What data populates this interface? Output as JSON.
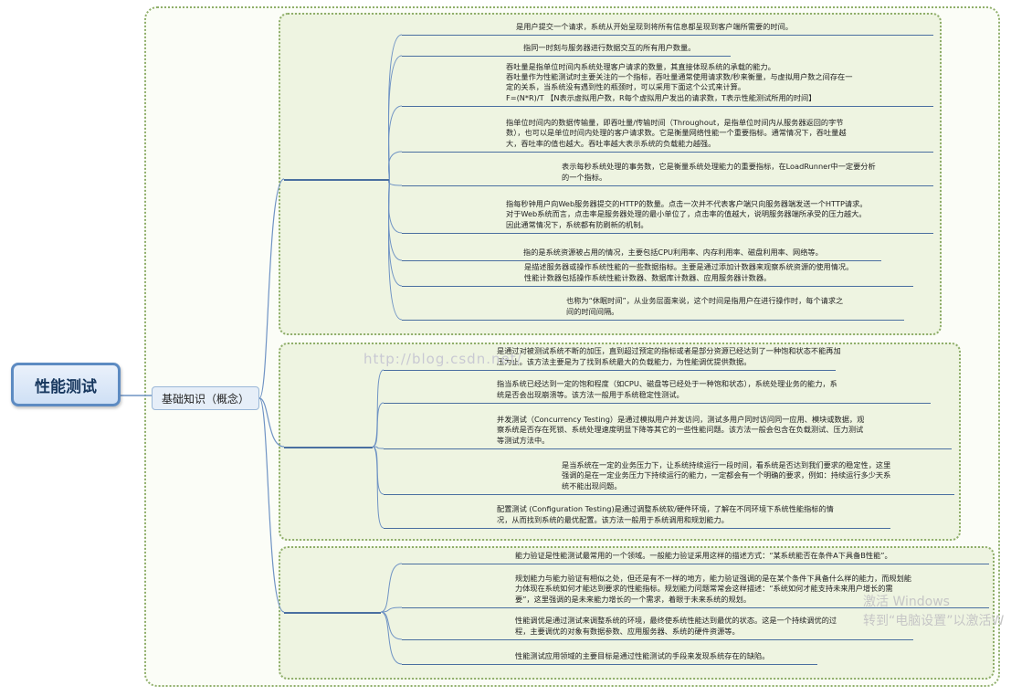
{
  "root": "性能测试",
  "basic": "基础知识（概念）",
  "groups": [
    {
      "title": "1．性能测试相关概念",
      "items": [
        {
          "title": "1.1  响应时间",
          "num": "1.1.1",
          "lines": [
            "是用户提交一个请求，系统从开始呈现到将所有信息都呈现到客户端所需要的时间。"
          ]
        },
        {
          "title": "1.2  并发用户数",
          "num": "1.2.1",
          "lines": [
            "指同一时刻与服务器进行数据交互的所有用户数量。"
          ]
        },
        {
          "title": "1.3  吞吐量",
          "num": "1.3.1",
          "lines": [
            "吞吐量是指单位时间内系统处理客户请求的数量，其直接体现系统的承载的能力。",
            "吞吐量作为性能测试时主要关注的一个指标，吞吐量通常使用请求数/秒来衡量，与虚拟用户数之间存在一",
            "定的关系，当系统没有遇到性的瓶颈时，可以采用下面这个公式来计算。",
            "F=(N*R)/T 【N表示虚拟用户数，R每个虚拟用户发出的请求数，T表示性能测试所用的时间】"
          ]
        },
        {
          "title": "1.4  吞吐率",
          "num": "1.4.1",
          "lines": [
            "指单位时间内的数据传输量，即吞吐量/传输时间（Throughout，是指单位时间内从服务器返回的字节",
            "数），也可以是单位时间内处理的客户请求数。它是衡量网络性能一个重要指标。通常情况下，吞吐量越",
            "大，吞吐率的值也越大。吞吐率越大表示系统的负载能力越强。"
          ]
        },
        {
          "title": "1.5  TPS(TPM/TPH/TPD)",
          "num": "1.5.1",
          "lines": [
            "表示每秒系统处理的事务数，它是衡量系统处理能力的重要指标，在LoadRunner中一定要分析",
            "的一个指标。"
          ]
        },
        {
          "title": "1.6  点击率",
          "num": "1.6.1",
          "lines": [
            "指每秒钟用户向Web服务器提交的HTTP的数量。点击一次并不代表客户端只向服务器端发送一个HTTP请求。",
            "对于Web系统而言，点击率是服务器处理的最小单位了，点击率的值越大，说明服务器端所承受的压力越大。",
            "因此通常情况下，系统都有防刷新的机制。"
          ]
        },
        {
          "title": "1.7  资源利用率",
          "num": "1.7.1",
          "lines": [
            "指的是系统资源被占用的情况，主要包括CPU利用率、内存利用率、磁盘利用率、网络等。"
          ]
        },
        {
          "title": "1.8  性能计数器",
          "num": "1.8.1",
          "lines": [
            "是描述服务器或操作系统性能的一些数据指标。主要是通过添加计数器来观察系统资源的使用情况。",
            "性能计数器包括操作系统性能计数器、数据库计数器、应用服务器计数器。"
          ]
        },
        {
          "title": "1.9  思考时间(Think Time)",
          "num": "1.9.1",
          "lines": [
            "也称为“休眠时间”，从业务层面来说，这个时间是指用户在进行操作时，每个请求之",
            "间的时间间隔。"
          ]
        }
      ]
    },
    {
      "title": "2．性能测试划分",
      "items": [
        {
          "title": "2.1  负载测试",
          "num": "2.1.1",
          "lines": [
            "是通过对被测试系统不断的加压，直到超过预定的指标或者是部分资源已经达到了一种饱和状态不能再加",
            "压为止。该方法主要是为了找到系统最大的负载能力，为性能调优提供数据。"
          ]
        },
        {
          "title": "2.2  压力测试",
          "num": "2.2.1",
          "lines": [
            "指当系统已经达到一定的饱和程度（如CPU、磁盘等已经处于一种饱和状态），系统处理业务的能力，系",
            "统是否会出现崩溃等。该方法一般用于系统稳定性测试。"
          ]
        },
        {
          "title": "2.3  并发测试",
          "num": "2.3.1",
          "lines": [
            "并发测试（Concurrency Testing）是通过模拟用户并发访问，测试多用户同时访问同一应用、模块或数据，观",
            "察系统是否存在死锁、系统处理速度明显下降等其它的一些性能问题。该方法一般会包含在负载测试、压力测试",
            "等测试方法中。"
          ]
        },
        {
          "title": "2.4  可靠性测试(稳定性测试)",
          "num": "2.4.1",
          "lines": [
            "是当系统在一定的业务压力下，让系统持续运行一段时间，看系统是否达到我们要求的稳定性，这里",
            "强调的是在一定业务压力下持续运行的能力，一定都会有一个明确的要求，例如：持续运行多少天系",
            "统不能出现问题。"
          ]
        },
        {
          "title": "2.5  配置测试",
          "num": "2.5.1",
          "lines": [
            "配置测试 (Configuration Testing)是通过调整系统软/硬件环境，了解在不同环境下系统性能指标的情",
            "况，从而找到系统的最优配置。该方法一般用于系统调用和规划能力。"
          ]
        }
      ]
    },
    {
      "title": "3．性能测试应用领域",
      "items": [
        {
          "title": "3.1  能力验证",
          "num": "3.1.1",
          "lines": [
            "能力验证是性能测试最常用的一个领域。一般能力验证采用这样的描述方式：“某系统能否在条件A下具备B性能”。"
          ]
        },
        {
          "title": "3.2  规划能力",
          "num": "3.2.1",
          "lines": [
            "规划能力与能力验证有相似之处，但还是有不一样的地方，能力验证强调的是在某个条件下具备什么样的能力，而规划能",
            "力体现在系统如何才能达到要求的性能指标。规划能力问题常常会这样描述：“系统如何才能支持未来用户增长的需",
            "要”，这里强调的是未来能力增长的一个需求，着眼于未来系统的规划。"
          ]
        },
        {
          "title": "3.3  性能调优",
          "num": "3.3.1",
          "lines": [
            "性能调优是通过测试来调整系统的环境，最终使系统性能达到最优的状态。这是一个持续调优的过",
            "程，主要调优的对象有数据参数、应用服务器、系统的硬件资源等。"
          ]
        },
        {
          "title": "3.4  发现缺陷",
          "num": "3.4.1",
          "lines": [
            "性能测试应用领域的主要目标是通过性能测试的手段来发现系统存在的缺陷。"
          ]
        }
      ]
    }
  ],
  "watermark": "http://blog.csdn.net/",
  "windows_mark": [
    "激活 Windows",
    "转到“电脑设置”以激活W"
  ],
  "colors": {
    "group_border": "#8fae6a",
    "group_fill": "#eef4e1",
    "root_border": "#5d8bc2",
    "underline": "#4a6fa0"
  }
}
